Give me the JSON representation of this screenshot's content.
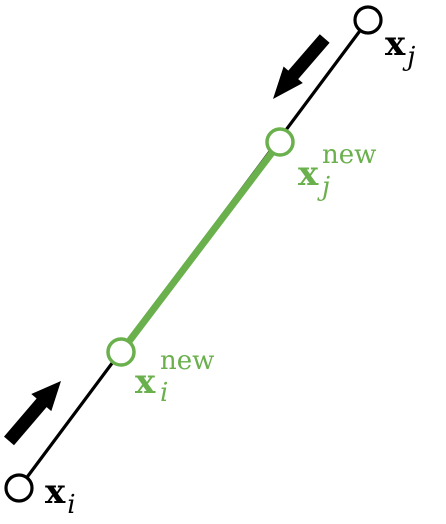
{
  "colors": {
    "black": "#000000",
    "green": "#6ab04c",
    "background": "#ffffff"
  },
  "points": {
    "xi": {
      "symbol": "x",
      "subscript": "i",
      "superscript": ""
    },
    "xj": {
      "symbol": "x",
      "subscript": "j",
      "superscript": ""
    },
    "xi_new": {
      "symbol": "x",
      "subscript": "i",
      "superscript": "new"
    },
    "xj_new": {
      "symbol": "x",
      "subscript": "j",
      "superscript": "new"
    }
  }
}
